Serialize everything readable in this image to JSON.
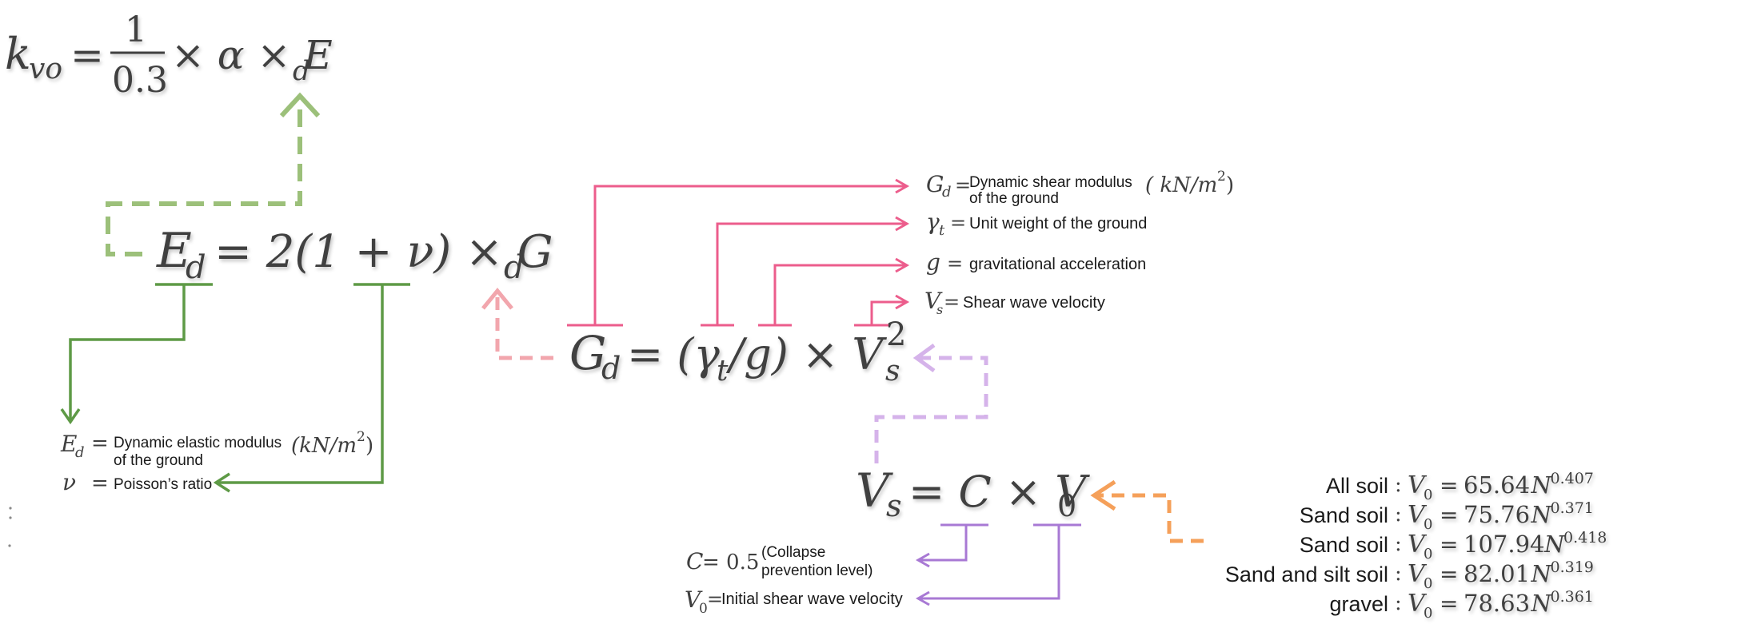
{
  "main_formula": {
    "lhs": "k",
    "lhs_sub": "vo",
    "eq": "=",
    "frac_num": "1",
    "frac_den": "0.3",
    "rest": "× α × E",
    "rest_sub": "d"
  },
  "ed_formula": {
    "lhs": "E",
    "lhs_sub": "d",
    "rhs": "= 2(1 + ν) × G",
    "rhs_sub": "d"
  },
  "gd_formula": {
    "lhs": "G",
    "lhs_sub": "d",
    "mid": "= (γ",
    "mid_sub": "t",
    "mid2": "/g) × V",
    "end_sub": "s",
    "end_sup": "2"
  },
  "vs_formula": {
    "lhs": "V",
    "lhs_sub": "s",
    "mid": "= C × V",
    "end_sub": "0"
  },
  "ed_defs": {
    "ed_sym": "E",
    "ed_sub": "d",
    "ed_eq": "=",
    "ed_text_1": "Dynamic elastic modulus",
    "ed_text_2": "of the ground",
    "ed_unit": "(kN/m",
    "ed_unit_sup": "2",
    "ed_unit_close": ")",
    "nu_sym": "ν",
    "nu_eq": "=",
    "nu_text": "Poisson’s ratio"
  },
  "gd_defs": {
    "gd_sym": "G",
    "gd_sub": "d",
    "gd_eq": "=",
    "gd_text_1": "Dynamic shear modulus",
    "gd_text_2": "of the ground",
    "gd_unit": "( kN/m",
    "gd_unit_sup": "2",
    "gd_unit_close": ")",
    "gamma_sym": "γ",
    "gamma_sub": "t",
    "gamma_eq": "=",
    "gamma_text": "Unit weight of the ground",
    "g_sym": "g",
    "g_eq": "=",
    "g_text": "gravitational acceleration",
    "vs_sym": "V",
    "vs_sub": "s",
    "vs_eq": "=",
    "vs_text": "Shear wave velocity"
  },
  "vs_defs": {
    "c_sym": "C",
    "c_eq": "= 0.5",
    "c_text_1": "(Collapse",
    "c_text_2": "prevention level)",
    "v0_sym": "V",
    "v0_sub": "0",
    "v0_eq": "=",
    "v0_text": "Initial shear wave velocity"
  },
  "soil_table": [
    {
      "label": "All soil",
      "coef": "65.64",
      "exp": "0.407"
    },
    {
      "label": "Sand soil",
      "coef": "75.76",
      "exp": "0.371"
    },
    {
      "label": "Sand soil",
      "coef": "107.94",
      "exp": "0.418"
    },
    {
      "label": "Sand and silt soil",
      "coef": "82.01",
      "exp": "0.319"
    },
    {
      "label": "gravel",
      "coef": "78.63",
      "exp": "0.361"
    }
  ],
  "soil_formula": {
    "colon": ":",
    "v": "V",
    "v_sub": "0",
    "eq": "=",
    "n": "N"
  },
  "colors": {
    "green": "#5e9a46",
    "green_dash": "#9cc07a",
    "pink": "#ec5d8c",
    "pink_dash": "#f2a6ad",
    "purple": "#a879d4",
    "purple_dash": "#d5b3ea",
    "orange_dash": "#f5a05a"
  }
}
